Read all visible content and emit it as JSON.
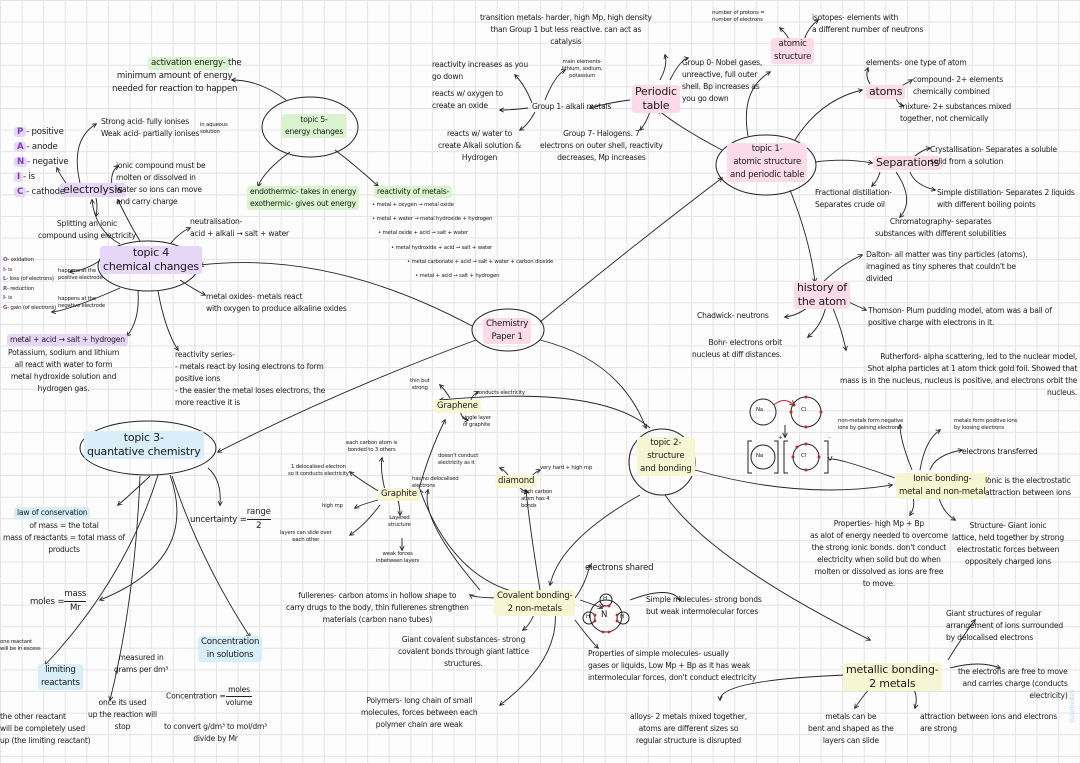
{
  "center": "Chemistry\nPaper 1",
  "topics": {
    "topic1": "topic 1-\natomic structure\nand periodic table",
    "topic2": "topic 2-\nstructure\nand bonding",
    "topic3": "topic 3-\nquantative chemistry",
    "topic4": "topic 4\nchemical changes",
    "topic5": "topic 5-\nenergy changes"
  },
  "topic5": {
    "activation_title": "activation energy-",
    "activation_rest": " the",
    "activation_body": "minimum amount of energy\nneeded for reaction to happen",
    "endo_exo": "endothermic- takes in energy\nexothermic- gives out energy",
    "reactivity_title": "reactivity of metals-",
    "reactivity_lines": [
      "• metal + oxygen → metal oxide",
      "• metal + water → metal hydroxide + hydrogen",
      "• metal oxide + acid → salt + water",
      "• metal hydroxide + acid → salt + water",
      "• metal carbonate + acid → salt + water + carbon dioxide",
      "• metal + acid → salt + hydrogen"
    ]
  },
  "topic4": {
    "panic": [
      {
        "letter": "P",
        "word": "- positive"
      },
      {
        "letter": "A",
        "word": "- anode"
      },
      {
        "letter": "N",
        "word": "- negative"
      },
      {
        "letter": "I",
        "word": "- is"
      },
      {
        "letter": "C",
        "word": "- cathode"
      }
    ],
    "electrolysis": "electrolysis",
    "acids": "Strong acid- fully ionises\nWeak acid- partially ionises",
    "acids_note": "in aqueous\nsolution",
    "ionic_compound": "ionic compound must be\nmolten or dissolved in\nwater so ions can move\nand carry charge",
    "splitting": "Splitting an ionic\ncompound using electricity",
    "neutralisation": "neutralisation-\nacid + alkali → salt + water",
    "oilrig": [
      {
        "letter": "O",
        "word": "- oxidation"
      },
      {
        "letter": "I",
        "word": "- is"
      },
      {
        "letter": "L",
        "word": "- loss (of electrons)"
      },
      {
        "letter": "R",
        "word": "- reduction"
      },
      {
        "letter": "I",
        "word": "- is"
      },
      {
        "letter": "G",
        "word": "- gain (of electrons)"
      }
    ],
    "oil_note": "happens at the\npositive electrode",
    "rig_note": "happens at the\nnegative electrode",
    "metal_oxides": "metal oxides- metals react\nwith oxygen to produce alkaline oxides",
    "metal_acid": "metal + acid → salt + hydrogen",
    "alkali_metals": "Potassium, sodium and lithium\nall react with water to form\nmetal hydroxide solution and\nhydrogen gas.",
    "reactivity_series": "reactivity series-\n- metals react by losing electrons to form\n  positive ions\n- the easier the metal loses electrons, the\n  more reactive it is"
  },
  "topic1": {
    "periodic_table": "Periodic\ntable",
    "transition": "transition metals- harder, high Mp, high density\nthan Group 1 but less reactive. can act as\ncatalysis",
    "main_elements": "main elements-\nlithium, sodium,\npotassium",
    "reactivity_increases": "reactivity increases as you\n  go down",
    "reacts_oxygen": "reacts w/ oxygen to\ncreate an oxide",
    "group1": "Group 1- alkali metals",
    "reacts_water": "reacts w/ water to\ncreate Alkali solution &\nHydrogen",
    "group7": "Group 7- Halogens. 7\nelectrons on outer shell, reactivity\ndecreases, Mp increases",
    "group0": "Group 0- Nobel gases,\nunreactive, full outer\nshell. Bp increases as\nyou go down",
    "protons": "number of protons =\nnumber of electrons",
    "isotopes": "isotopes- elements with\na different number of neutrons",
    "atomic_structure": "atomic\nstructure",
    "elements": "elements- one type of atom",
    "atoms": "atoms",
    "compound": "compound- 2+ elements\nchemically combined",
    "mixture": "mixture- 2+ substances mixed\ntogether, not chemically",
    "separations": "Separations",
    "crystallisation": "Crystallisation- Separates a soluble\nsolid from a solution",
    "fractional": "Fractional  distillation-\nSeparates crude oil",
    "simple_distillation": "Simple distillation- Separates 2 liquids\nwith different boiling points",
    "chromatography": "Chromatography- separates\nsubstances with different solubilities",
    "history": "history of\nthe atom",
    "dalton": "Dalton- all matter was tiny particles (atoms),\n  imagined as tiny spheres that couldn't be\n      divided",
    "thomson": "Thomson- Plum pudding model, atom was a ball of\n      positive charge with electrons in it.",
    "chadwick": "Chadwick- neutrons",
    "bohr": "Bohr- electrons orbit\nnucleus at diff distances.",
    "rutherford": "Rutherford- alpha scattering, led to the nuclear model,\nShot alpha particles at 1 atom thick gold foil. Showed that\nmass is in the nucleus, nucleus is positive, and electrons orbit the\nnucleus."
  },
  "topic3": {
    "law_title": "law of conservation",
    "law_body": "of mass = the total\nmass of reactants = total mass of\nproducts",
    "uncertainty": "uncertainty =",
    "uncertainty_num": "range",
    "uncertainty_den": "2",
    "moles": "moles =",
    "moles_num": "mass",
    "moles_den": "Mr",
    "limiting": "limiting\nreactants",
    "one_reactant": "one reactant\nwill be in excess",
    "other_reactant": "the other reactant\nwill be completely used\nup (the limiting reactant)",
    "once_used": "once its used\nup the reaction will\nstop",
    "concentration": "Concentration\nin solutions",
    "measured": "measured in\ngrams per dm³",
    "conc_formula": "Concentration =",
    "conc_num": "moles",
    "conc_den": "volume",
    "convert": "to convert g/dm³ to mol/dm³\ndivide by Mr"
  },
  "topic2": {
    "graphene": "Graphene",
    "thin_strong": "thin but\nstrong",
    "graphene_conducts": "conducts electricity",
    "single_layer": "single layer\nof graphite",
    "graphite": "Graphite",
    "each_carbon_3": "each carbon atom is\nbonded to 3 others",
    "delocalised": "1 delocalised electron\nso it conducts electricity",
    "high_mp": "high mp",
    "layers_slide": "layers can slide over\neach other",
    "layered": "Layered\nstructure",
    "weak_forces": "weak forces\ninbetween layers",
    "no_delocalised": "has no delocalised\nelectrons",
    "doesnt_conduct": "doesn't conduct\nelectricity as it",
    "diamond": "diamond",
    "very_hard": "very hard + high mp",
    "four_bonds": "each carbon\natom has 4\nbonds",
    "covalent": "Covalent bonding-\n2 non-metals",
    "electrons_shared": "electrons shared",
    "simple_molecules": "Simple molecules- strong bonds\nbut weak intermolecular forces",
    "fullerenes": "fullerenes- carbon atoms in hollow shape to\ncarry drugs to the body, thin fullerenes strengthen\nmaterials (carbon nano tubes)",
    "giant_covalent": "Giant covalent substances- strong\ncovalent bonds through giant lattice\nstructures.",
    "simple_properties": "Properties of simple molecules- usually\ngases or liquids, Low Mp + Bp as it has weak\nintermolecular forces, don't conduct electricity",
    "polymers": "Polymers- long chain of small\nmolecules, forces between each\npolymer chain are weak",
    "ionic": "Ionic bonding-\nmetal and non-metal",
    "non_metals": "non-metals form negative\nions by gaining electrons",
    "metals_positive": "metals form positive ions\nby loosing electrons",
    "transferred": "electrons transferred",
    "electrostatic": "Ionic is the electrostatic\nattraction between ions",
    "ionic_properties": "Properties- high Mp + Bp\nas alot of energy needed to overcome\nthe strong ionic bonds. don't conduct\nelectricity when solid but do when\nmolten or dissolved as ions are free\nto move.",
    "ionic_structure": "Structure- Giant ionic\nlattice, held together by strong\nelectrostatic forces between\noppositely charged ions",
    "metallic": "metallic bonding-\n2 metals",
    "giant_structures": "Giant structures of regular\narrangement of ions surrounded\nby delocalised electrons",
    "electrons_free": "the electrons are free to move\nand carries charge (conducts\nelectricity)",
    "attraction": "attraction between ions and electrons\nare strong",
    "bent_shaped": "metals can be\nbent and shaped as the\nlayers can slide",
    "alloys": "alloys- 2 metals mixed together,\natoms are different sizes so\nregular structure is disrupted",
    "na": "Na",
    "cl": "Cl",
    "plus": "+",
    "minus": "-",
    "n": "N",
    "h": "H"
  },
  "watermark": "Goodnotes",
  "colors": {
    "green": "#d9f3cf",
    "purple": "#e7d6f7",
    "pink": "#fadbe7",
    "blue": "#d8eef8",
    "yellow": "#f6f7d2",
    "electron_red": "#c62828"
  }
}
